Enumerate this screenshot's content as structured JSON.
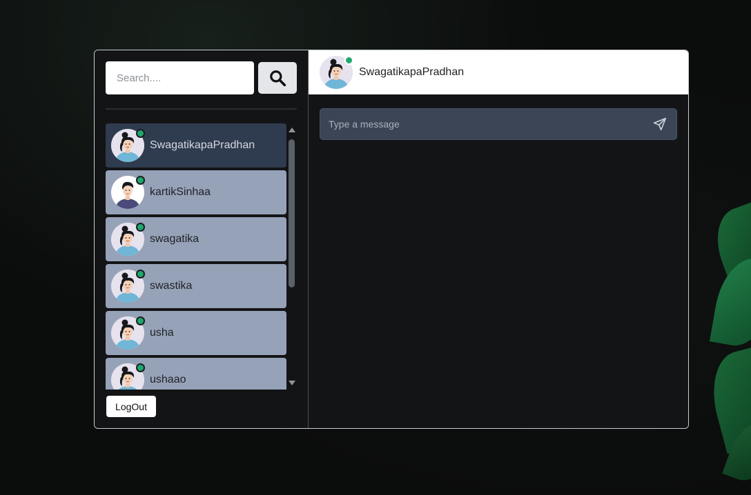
{
  "search": {
    "placeholder": "Search....",
    "value": "",
    "button_icon": "search-icon"
  },
  "users": [
    {
      "name": "SwagatikapaPradhan",
      "avatar": "female-avatar",
      "online": true,
      "active": true
    },
    {
      "name": "kartikSinhaa",
      "avatar": "male-avatar",
      "online": true,
      "active": false
    },
    {
      "name": "swagatika",
      "avatar": "female-avatar",
      "online": true,
      "active": false
    },
    {
      "name": "swastika",
      "avatar": "female-avatar",
      "online": true,
      "active": false
    },
    {
      "name": "usha",
      "avatar": "female-avatar",
      "online": true,
      "active": false
    },
    {
      "name": "ushaao",
      "avatar": "female-avatar",
      "online": true,
      "active": false
    }
  ],
  "sidebar": {
    "logout_label": "LogOut"
  },
  "chat": {
    "header_name": "SwagatikapaPradhan",
    "header_avatar": "female-avatar",
    "message_placeholder": "Type a message",
    "message_value": "",
    "send_icon": "send-icon"
  },
  "colors": {
    "active_item": "#2f3b4e",
    "inactive_item": "#96a2b8",
    "online": "#1fa86c",
    "message_bar": "#3b4556"
  }
}
